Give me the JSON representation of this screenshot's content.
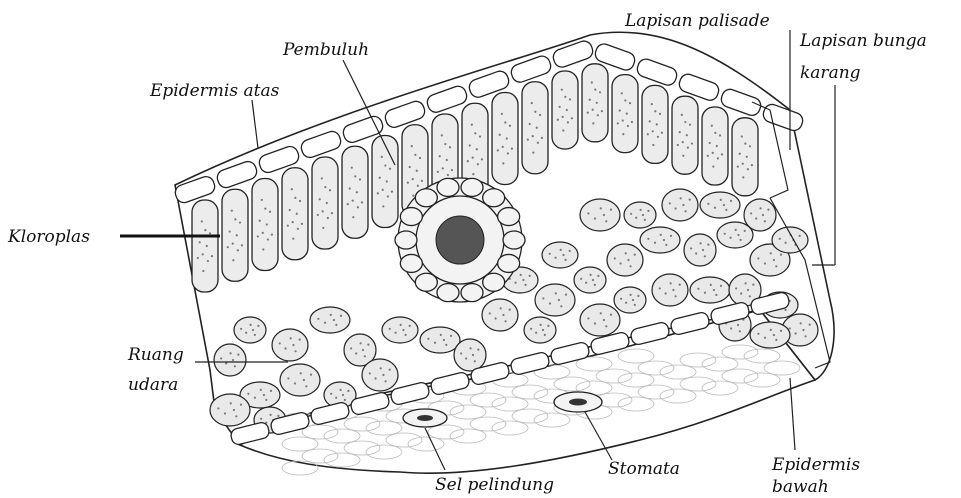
{
  "diagram": {
    "labels": {
      "lapisan_palisade": "Lapisan palisade",
      "lapisan_bunga_karang_1": "Lapisan bunga",
      "lapisan_bunga_karang_2": "karang",
      "pembuluh": "Pembuluh",
      "epidermis_atas": "Epidermis atas",
      "kloroplas": "Kloroplas",
      "ruang_udara_1": "Ruang",
      "ruang_udara_2": "udara",
      "sel_pelindung": "Sel pelindung",
      "stomata": "Stomata",
      "epidermis_bawah_1": "Epidermis",
      "epidermis_bawah_2": "bawah"
    }
  }
}
